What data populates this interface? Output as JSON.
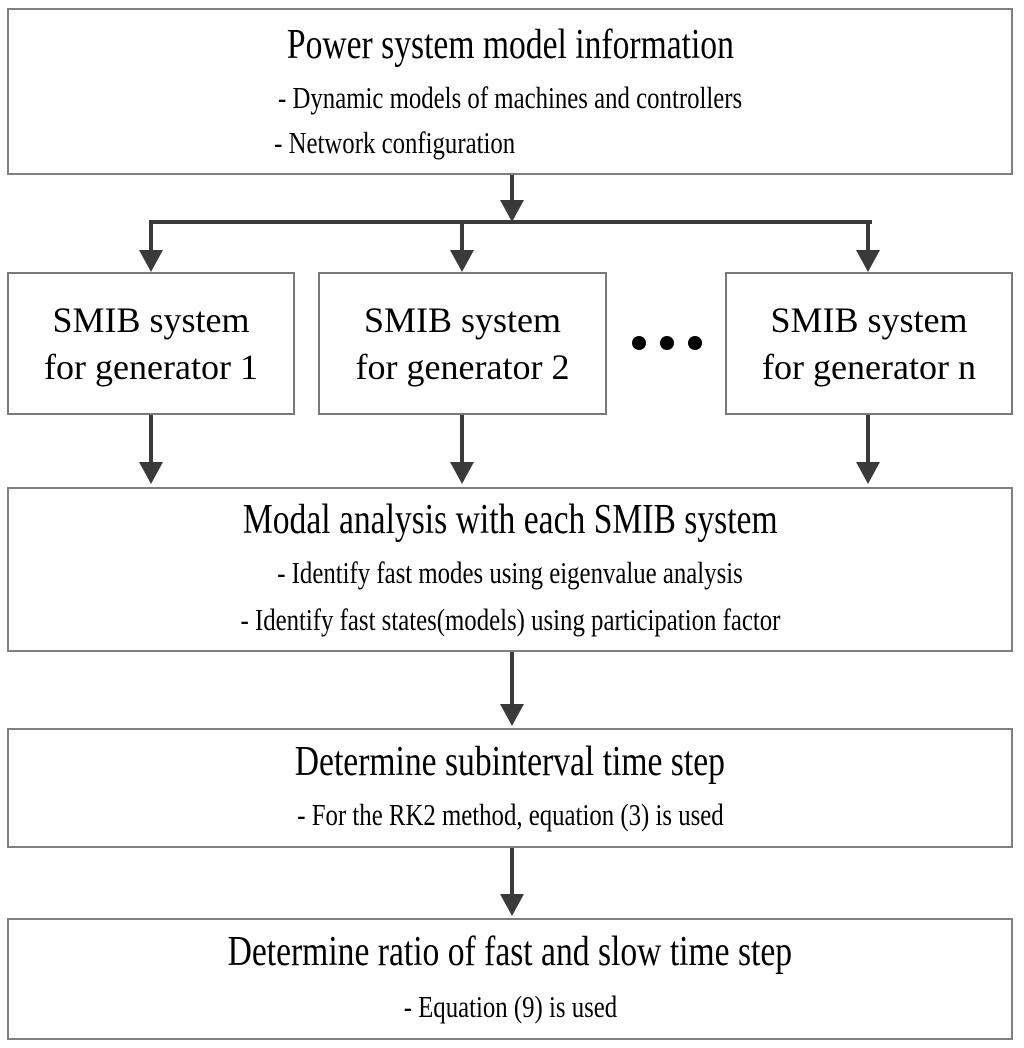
{
  "diagram": {
    "title": "Power system model information flowchart",
    "line_color": "#3a3a3a",
    "box_border_color": "#808080",
    "background": "#ffffff"
  },
  "nodes": {
    "power_system": {
      "title": "Power system model information",
      "bullets": [
        "- Dynamic models of machines and controllers",
        "- Network configuration"
      ]
    },
    "smib": [
      {
        "line1": "SMIB system",
        "line2": "for generator 1"
      },
      {
        "line1": "SMIB system",
        "line2": "for generator 2"
      },
      {
        "line1": "SMIB system",
        "line2": "for generator n"
      }
    ],
    "ellipsis": "•••",
    "modal_analysis": {
      "title": "Modal analysis with each SMIB system",
      "bullets": [
        "- Identify fast modes using eigenvalue analysis",
        "- Identify fast states(models) using participation factor"
      ]
    },
    "subinterval": {
      "title": "Determine subinterval time step",
      "bullets": [
        "- For the RK2 method, equation (3) is used"
      ]
    },
    "ratio": {
      "title": "Determine ratio of fast and slow time step",
      "bullets": [
        "- Equation (9) is used"
      ]
    }
  }
}
